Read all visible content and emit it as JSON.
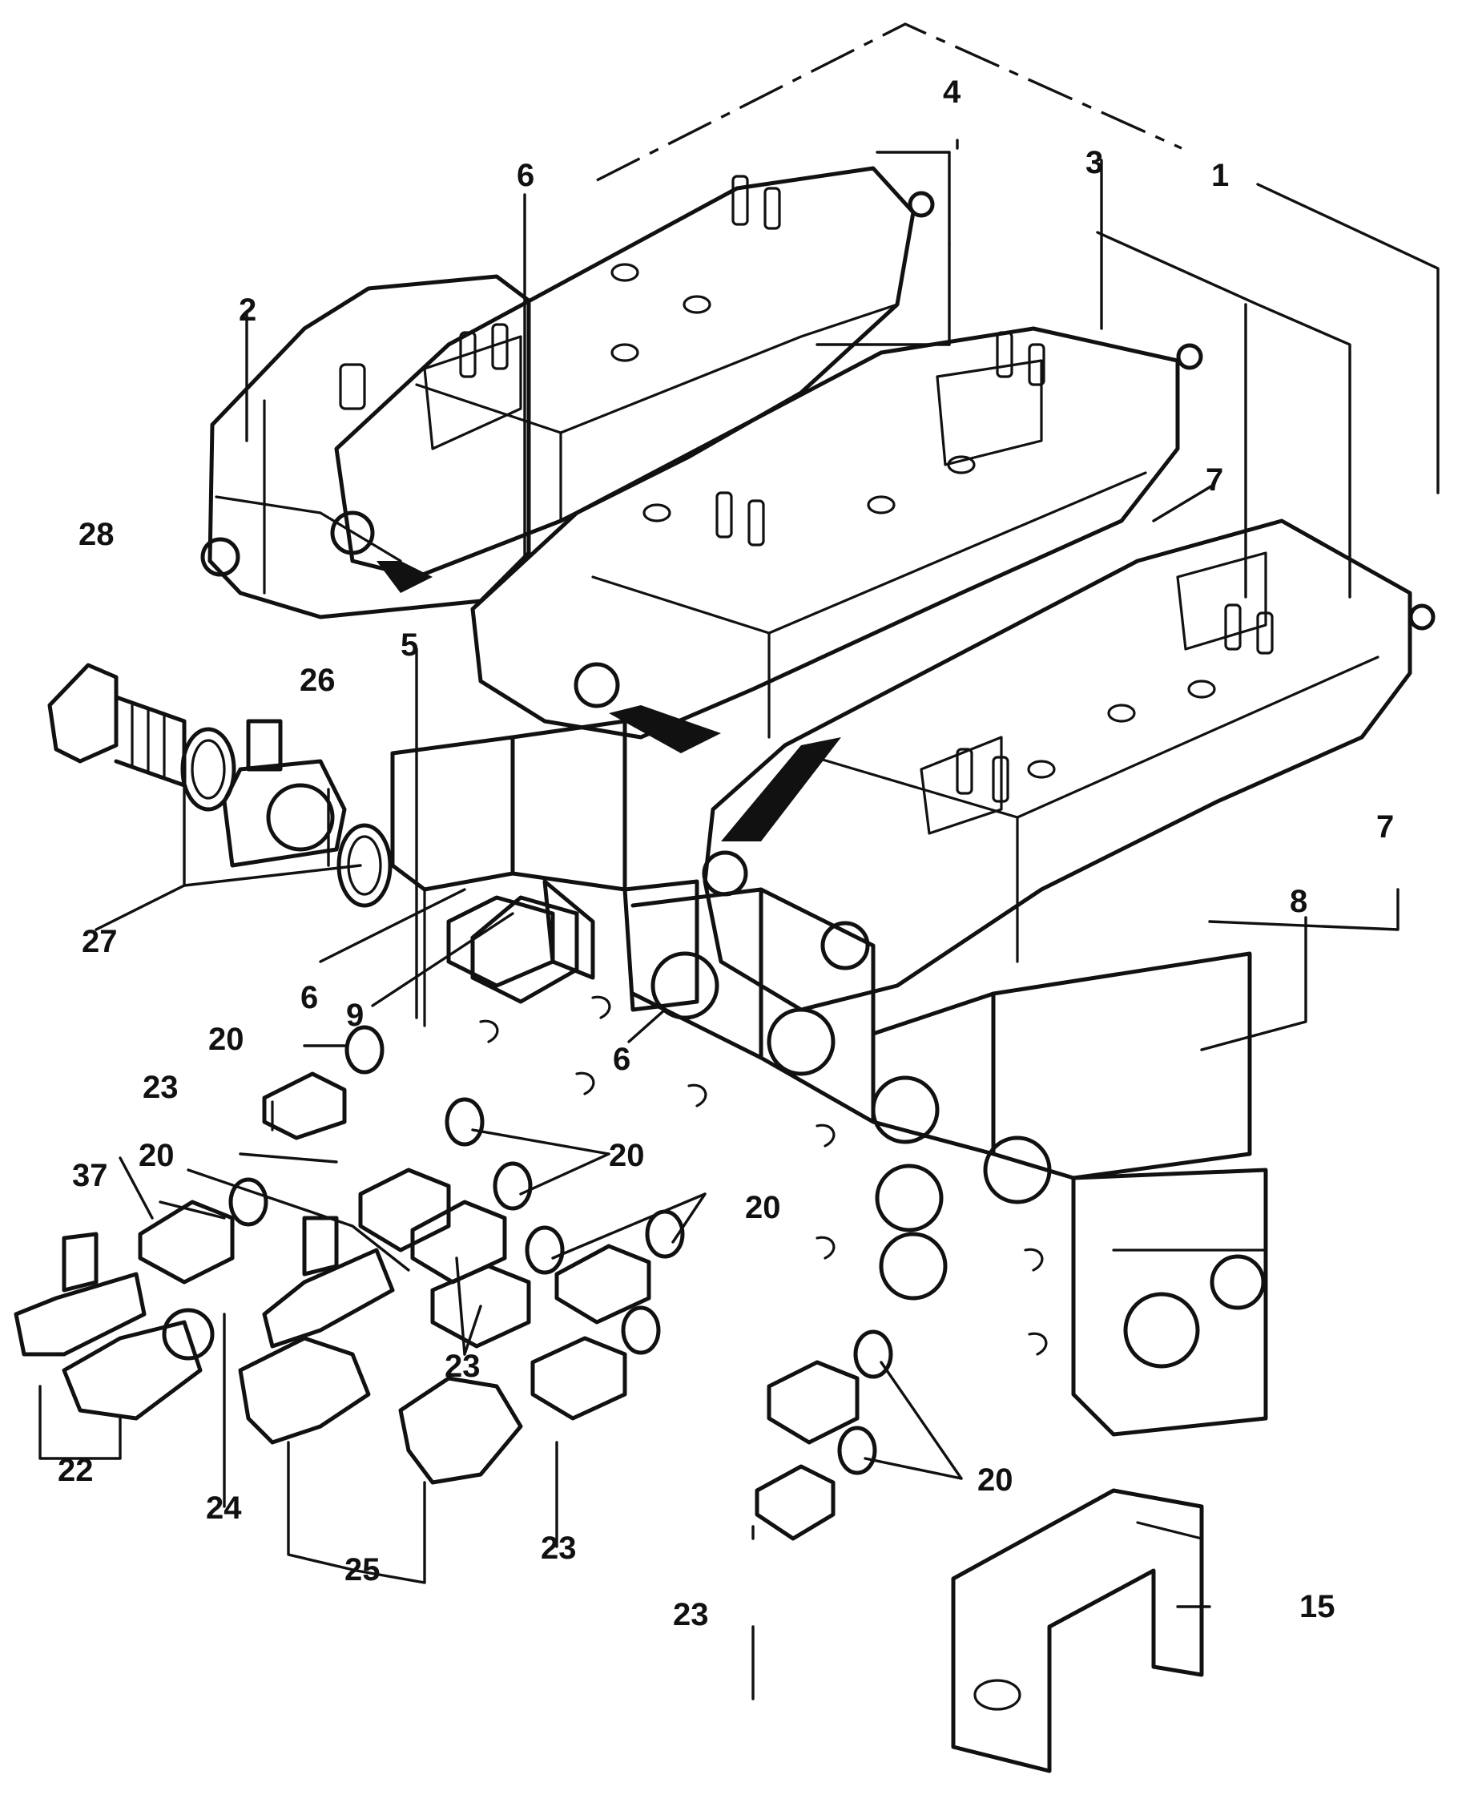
{
  "callouts": {
    "c1": "1",
    "c2": "2",
    "c3": "3",
    "c4": "4",
    "c5": "5",
    "c6a": "6",
    "c6b": "6",
    "c6c": "6",
    "c7a": "7",
    "c7b": "7",
    "c8": "8",
    "c9": "9",
    "c15": "15",
    "c20a": "20",
    "c20b": "20",
    "c20c": "20",
    "c20d": "20",
    "c20e": "20",
    "c22": "22",
    "c23a": "23",
    "c23b": "23",
    "c23c": "23",
    "c23d": "23",
    "c24": "24",
    "c25": "25",
    "c26": "26",
    "c27": "27",
    "c28": "28",
    "c37": "37"
  }
}
